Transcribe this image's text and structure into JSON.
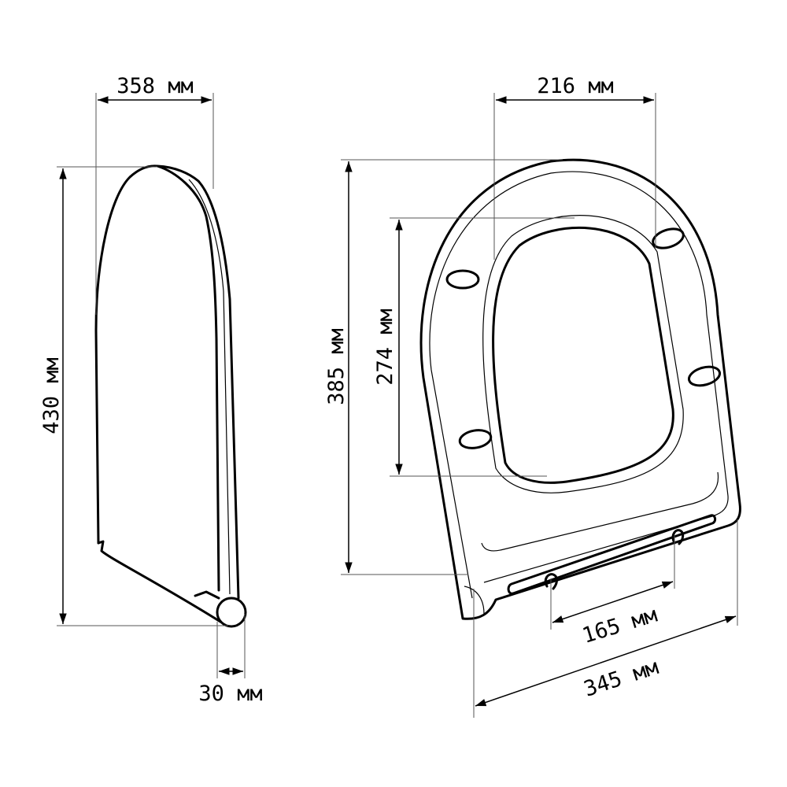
{
  "title": "Toilet seat dimensions",
  "side_view": {
    "width_label": "358 мм",
    "height_label": "430 мм",
    "thickness_label": "30 мм"
  },
  "front_view": {
    "inner_width_label": "216 мм",
    "outer_length_label": "385 мм",
    "inner_length_label": "274 мм",
    "hinge_spacing_label": "165 мм",
    "outer_width_label": "345 мм"
  },
  "colors": {
    "line": "#000000",
    "background": "#ffffff"
  }
}
